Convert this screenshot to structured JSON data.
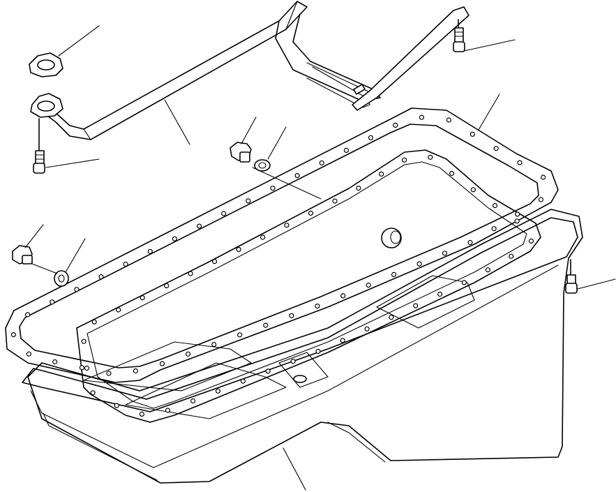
{
  "figure": {
    "parts": [
      "oil-pan",
      "oil-pan-gasket",
      "suction-pipe",
      "pipe-gasket",
      "mounting-bolt",
      "drain-plug",
      "sealing-washer",
      "bracket-bolt",
      "strainer-support-bracket"
    ],
    "leader_count": 11
  }
}
